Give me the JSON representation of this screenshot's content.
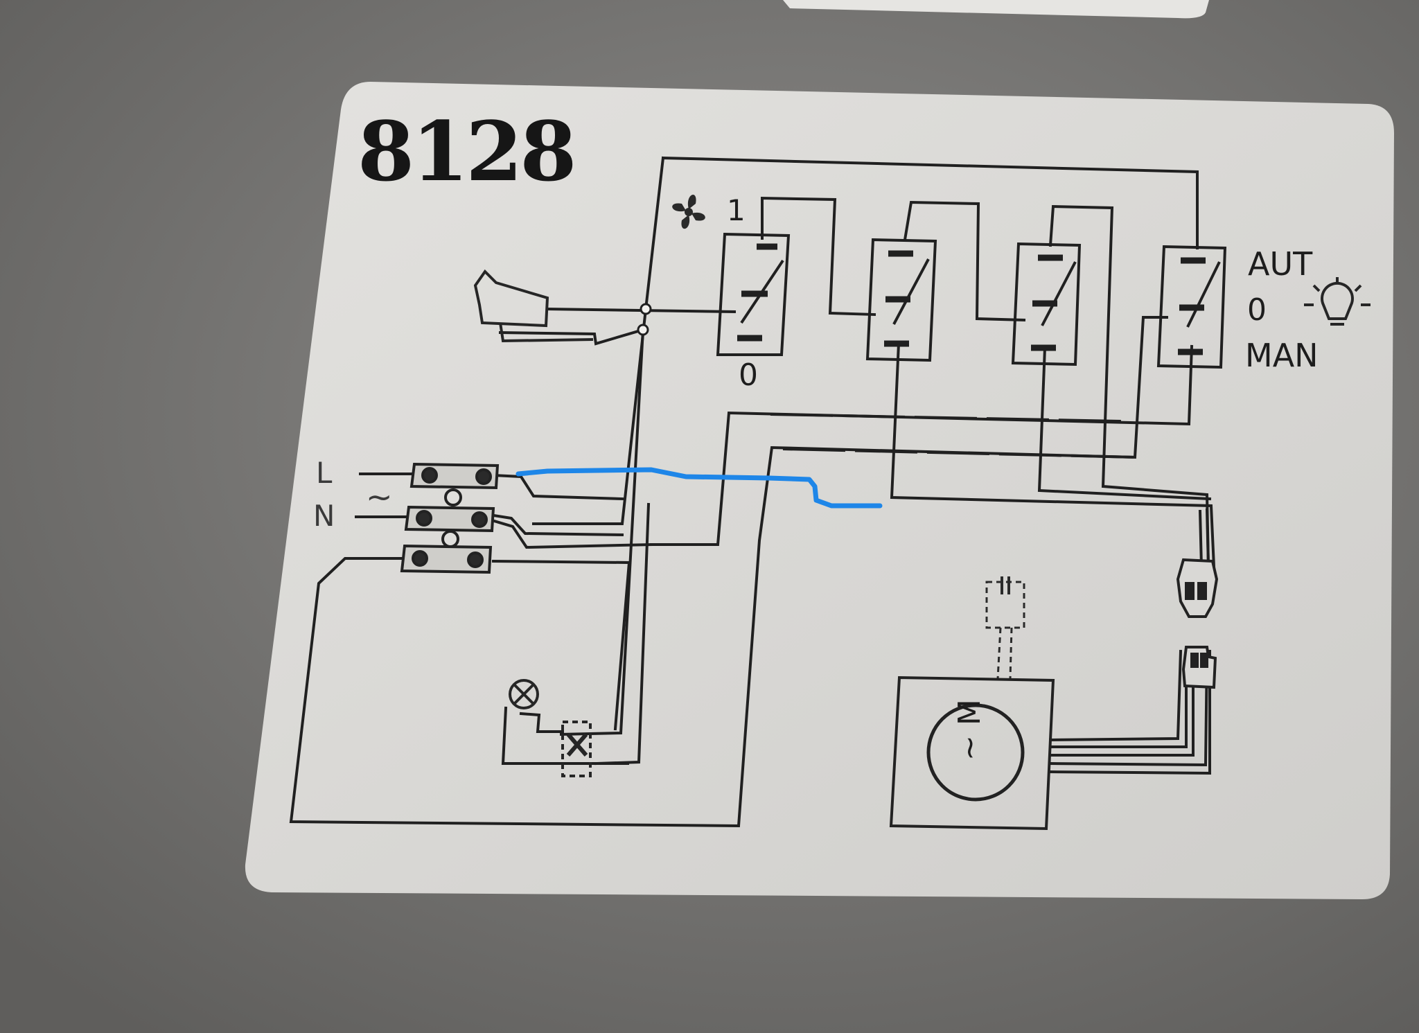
{
  "title": "8128",
  "labels": {
    "fan_speed_1": "1",
    "fan_speed_0": "0",
    "light_aut": "AUT",
    "light_0": "0",
    "light_man": "MAN",
    "mains_l": "L",
    "mains_n": "N",
    "ac_symbol": "~",
    "motor": "~ M"
  },
  "icons": {
    "fan": "fan-icon",
    "light": "lamp-icon",
    "limit_switch": "microswitch-icon",
    "lamp_holder": "lamp-holder-icon",
    "capacitor": "capacitor-icon",
    "motor": "motor-icon",
    "connector": "connector-plug-icon"
  },
  "colors": {
    "photo_background": "#7c7b79",
    "card": "#dcdbd8",
    "ink": "#1f1f1f",
    "annotation_highlight": "#1e86e8"
  }
}
